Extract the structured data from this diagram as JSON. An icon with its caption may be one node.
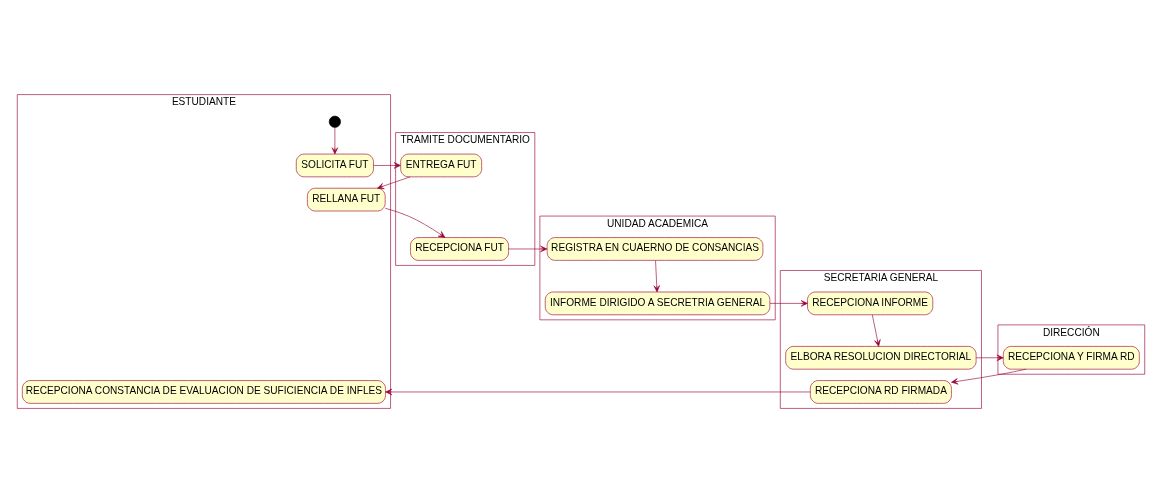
{
  "diagram": {
    "nodes": [
      {
        "text": [
          "ESTUDIANTE"
        ]
      },
      {
        "text": [
          "TRAMITE DOCUMENTARIO"
        ]
      },
      {
        "text": [
          "UNIDAD ACADEMICA"
        ]
      },
      {
        "text": [
          "SECRETARIA GENERAL"
        ]
      },
      {
        "text": [
          "DIRECCIÓN"
        ]
      },
      {
        "text": [],
        "shape": "circle",
        "in": 0
      },
      {
        "text": [
          "SOLICITA FUT"
        ],
        "in": 0
      },
      {
        "text": [
          "ENTREGA FUT"
        ],
        "in": 1
      },
      {
        "text": [
          "RELLANA FUT"
        ],
        "in": 0
      },
      {
        "text": [
          "RECEPCIONA FUT"
        ],
        "in": 1
      },
      {
        "text": [
          "REGISTRA EN CUAERNO DE CONSANCIAS"
        ],
        "in": 2
      },
      {
        "text": [
          "INFORME DIRIGIDO A SECRETRIA GENERAL"
        ],
        "in": 2
      },
      {
        "text": [
          "RECEPCIONA INFORME"
        ],
        "in": 3
      },
      {
        "text": [
          "ELBORA RESOLUCION DIRECTORIAL"
        ],
        "in": 3
      },
      {
        "text": [
          "RECEPCIONA Y FIRMA RD"
        ],
        "in": 4
      },
      {
        "text": [
          "RECEPCIONA RD FIRMADA"
        ],
        "in": 3
      },
      {
        "text": [
          "RECEPCIONA CONSTANCIA DE EVALUACION DE SUFICIENCIA DE INFLES"
        ],
        "in": 0
      }
    ],
    "edges": [
      {
        "from": 5,
        "to": 6,
        "arrow": "to"
      },
      {
        "from": 6,
        "to": 7,
        "arrow": "to"
      },
      {
        "from": 7,
        "to": 8,
        "arrow": "to"
      },
      {
        "from": 8,
        "to": 9,
        "arrow": "to"
      },
      {
        "from": 9,
        "to": 10,
        "arrow": "to"
      },
      {
        "from": 10,
        "to": 11,
        "arrow": "to"
      },
      {
        "from": 11,
        "to": 12,
        "arrow": "to"
      },
      {
        "from": 12,
        "to": 13,
        "arrow": "to"
      },
      {
        "from": 13,
        "to": 14,
        "arrow": "to"
      },
      {
        "from": 14,
        "to": 15,
        "arrow": "to"
      },
      {
        "from": 15,
        "to": 16,
        "arrow": "to"
      }
    ]
  }
}
